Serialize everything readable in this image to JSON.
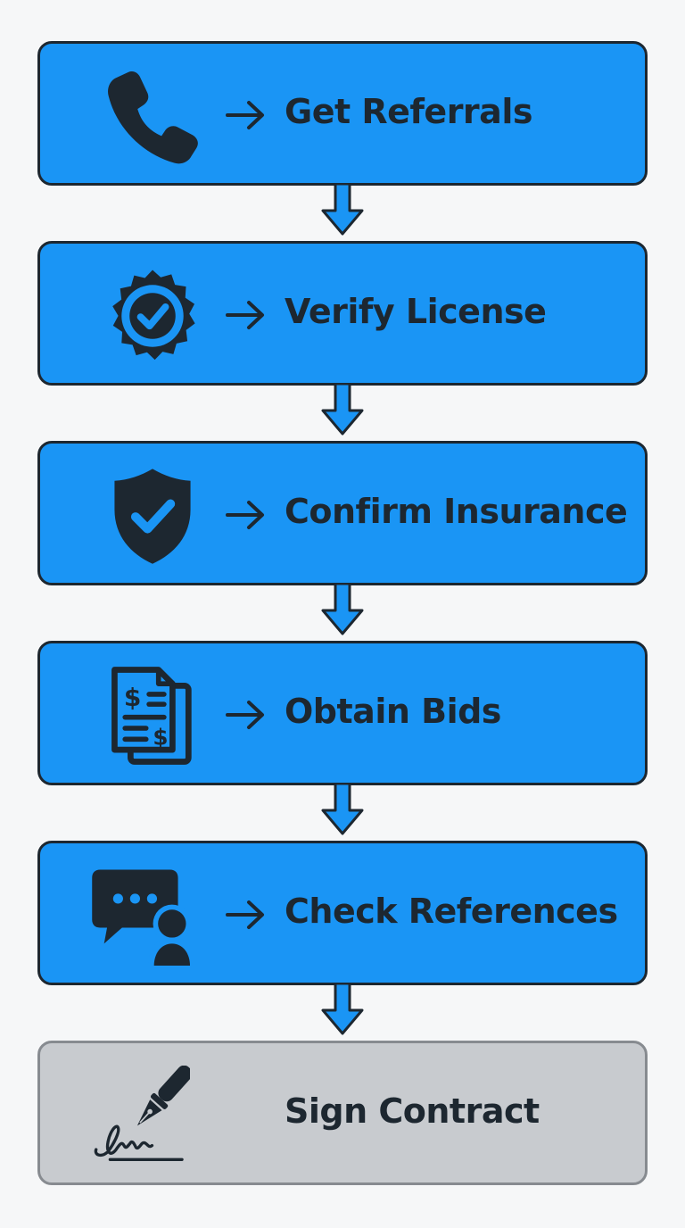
{
  "steps": [
    {
      "label": "Get Referrals",
      "icon": "phone-icon"
    },
    {
      "label": "Verify License",
      "icon": "verified-badge-icon"
    },
    {
      "label": "Confirm Insurance",
      "icon": "shield-check-icon"
    },
    {
      "label": "Obtain Bids",
      "icon": "documents-dollar-icon"
    },
    {
      "label": "Check References",
      "icon": "chat-person-icon"
    },
    {
      "label": "Sign Contract",
      "icon": "fountain-pen-signature-icon"
    }
  ],
  "colors": {
    "step_fill": "#1a95f5",
    "final_fill": "#c8cbcf",
    "outline": "#1d2730",
    "final_outline": "#878b90",
    "background": "#f6f7f8"
  }
}
